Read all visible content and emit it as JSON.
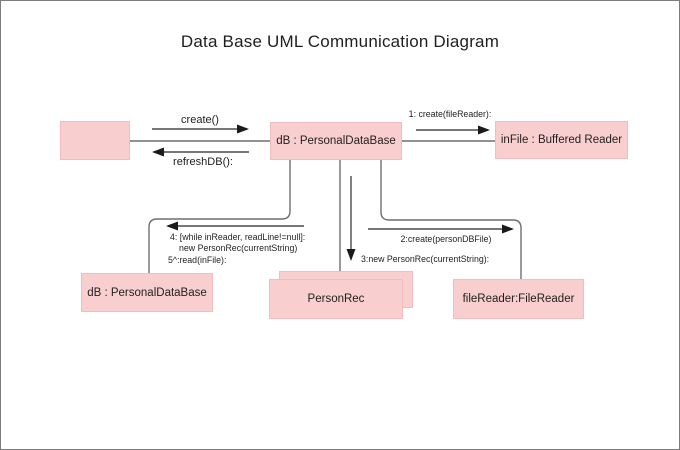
{
  "title": "Data Base UML Communication Diagram",
  "colors": {
    "box_fill": "#f9cece",
    "box_border": "#f2bdbd",
    "line_color": "#6f6f6f",
    "arrow_color": "#4a4a4a",
    "arrowhead_color": "#1a1a1a",
    "text_color": "#1f1f1f",
    "frame_border": "#7c7c7c",
    "background": "#ffffff"
  },
  "boxes": {
    "anonymous_object": {
      "label": ""
    },
    "db_top": {
      "label": "dB : PersonalDataBase"
    },
    "infile": {
      "label": "inFile : Buffered Reader"
    },
    "db_bottom": {
      "label": "dB : PersonalDataBase"
    },
    "personrec": {
      "label": "PersonRec"
    },
    "filereader": {
      "label": "fileReader:FileReader"
    }
  },
  "messages": {
    "create": "create()",
    "refresh": "refreshDB():",
    "msg1": "1: create(fileReader):",
    "msg4_line1": "4: [while inReader, readLine!=null]:",
    "msg4_line2": "new PersonRec(currentString)",
    "msg5": "5^:read(inFile):",
    "msg2": "2:create(personDBFile)",
    "msg3": "3:new PersonRec(currentString):"
  }
}
